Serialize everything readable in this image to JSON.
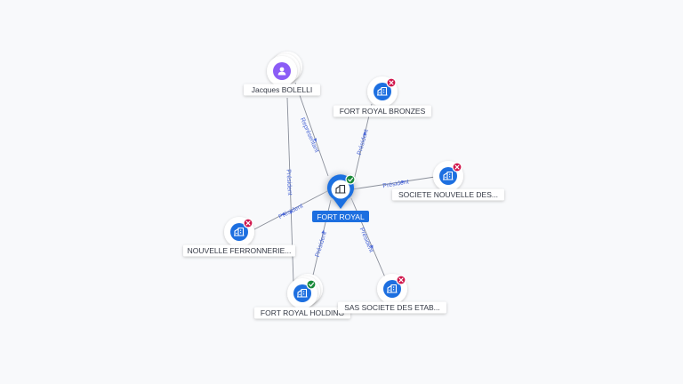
{
  "colors": {
    "edge": "#8a8f9a",
    "edge_label": "#4a67d6",
    "company_icon_bg": "#1d6fe0",
    "person_icon_bg": "#8b5cf6",
    "status_active": "#1a8a3a",
    "status_closed": "#d0144a",
    "center_label_bg": "#1d6fe0",
    "label_bg": "#ffffff",
    "label_text": "#333844"
  },
  "nodes": [
    {
      "id": "center",
      "label": "FORT ROYAL",
      "kind": "company",
      "status": "active",
      "icon": "building-icon",
      "is_center": true
    },
    {
      "id": "bolelli",
      "label": "Jacques BOLELLI",
      "kind": "person",
      "status": "none",
      "icon": "person-icon"
    },
    {
      "id": "bronzes",
      "label": "FORT ROYAL BRONZES",
      "kind": "company",
      "status": "closed",
      "icon": "building-icon"
    },
    {
      "id": "societe_nouvelle",
      "label": "SOCIETE NOUVELLE DES...",
      "kind": "company",
      "status": "closed",
      "icon": "building-icon"
    },
    {
      "id": "ferronnerie",
      "label": "NOUVELLE FERRONNERIE...",
      "kind": "company",
      "status": "closed",
      "icon": "building-icon"
    },
    {
      "id": "holding",
      "label": "FORT ROYAL HOLDING",
      "kind": "company",
      "status": "active",
      "icon": "building-icon"
    },
    {
      "id": "sas",
      "label": "SAS SOCIETE DES ETAB...",
      "kind": "company",
      "status": "closed",
      "icon": "building-icon"
    }
  ],
  "edges": [
    {
      "id": "e1",
      "from": "bolelli",
      "to": "center",
      "label": "Représentant"
    },
    {
      "id": "e2",
      "from": "bolelli",
      "to": "holding",
      "label": "Président"
    },
    {
      "id": "e3",
      "from": "center",
      "to": "bronzes",
      "label": "Président"
    },
    {
      "id": "e4",
      "from": "center",
      "to": "societe_nouvelle",
      "label": "Président"
    },
    {
      "id": "e5",
      "from": "center",
      "to": "ferronnerie",
      "label": "Président"
    },
    {
      "id": "e6",
      "from": "holding",
      "to": "center",
      "label": "Président"
    },
    {
      "id": "e7",
      "from": "center",
      "to": "sas",
      "label": "Président"
    }
  ]
}
